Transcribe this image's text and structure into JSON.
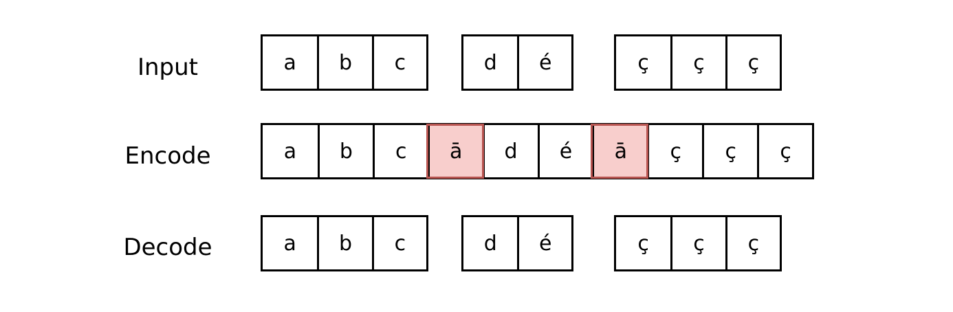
{
  "rows": [
    {
      "label": "Input",
      "groups": [
        [
          "a",
          "b",
          "c"
        ],
        [
          "d",
          "é"
        ],
        [
          "ç",
          "ç",
          "ç"
        ]
      ]
    },
    {
      "label": "Encode",
      "cells": [
        {
          "text": "a",
          "sep": false
        },
        {
          "text": "b",
          "sep": false
        },
        {
          "text": "c",
          "sep": false
        },
        {
          "text": "ā",
          "sep": true
        },
        {
          "text": "d",
          "sep": false
        },
        {
          "text": "é",
          "sep": false
        },
        {
          "text": "ā",
          "sep": true
        },
        {
          "text": "ç",
          "sep": false
        },
        {
          "text": "ç",
          "sep": false
        },
        {
          "text": "ç",
          "sep": false
        }
      ]
    },
    {
      "label": "Decode",
      "groups": [
        [
          "a",
          "b",
          "c"
        ],
        [
          "d",
          "é"
        ],
        [
          "ç",
          "ç",
          "ç"
        ]
      ]
    }
  ],
  "colors": {
    "separator_fill": "#f8cecc",
    "separator_stroke": "#b85450"
  }
}
